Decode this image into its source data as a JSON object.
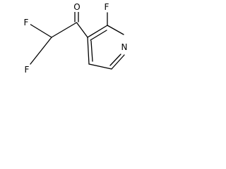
{
  "diagram": {
    "type": "chemical-structure",
    "atoms": {
      "oxygen": "O",
      "fluorine_left_top": "F",
      "fluorine_left_bottom": "F",
      "fluorine_ring": "F",
      "nitrogen": "N"
    },
    "colors": {
      "bond": "#000000",
      "label": "#000000",
      "background": "#ffffff"
    }
  }
}
